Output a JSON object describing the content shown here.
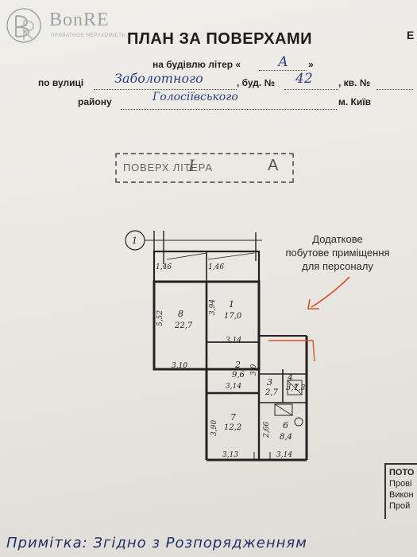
{
  "logo": {
    "name": "BonRE",
    "tagline": "ПРИВАТНОЄ НЕРУХОМІСТЬ",
    "color": "#9ea3a7"
  },
  "header": {
    "title": "ПЛАН ЗА ПОВЕРХАМИ",
    "corner_letter": "Е"
  },
  "fields": {
    "building_prefix": "на будівлю літер «",
    "building_letter": "А",
    "building_suffix": "»",
    "street_label": "по вулиці",
    "street_value": "Заболотного",
    "house_label": ", буд. №",
    "house_value": "42",
    "flat_label": ", кв. №",
    "district_label": "району",
    "district_value": "Голосіївського",
    "city_label": "м. Київ"
  },
  "stamp": {
    "text": "ПОВЕРХ    ЛІТЕРА",
    "floor_value": "I",
    "letter_value": "А"
  },
  "annotation": {
    "line1": "Додаткове",
    "line2": "побутове приміщення",
    "line3": "для персоналу",
    "ink_color": "#d8542e"
  },
  "plan": {
    "axis_marker": "1",
    "rooms": [
      {
        "no": "8",
        "area": "22,7"
      },
      {
        "no": "1",
        "area": "17,0"
      },
      {
        "no": "2",
        "area": "9,6"
      },
      {
        "no": "3",
        "area": "2,7"
      },
      {
        "no": "4",
        "area": "3,7"
      },
      {
        "no": "7",
        "area": "12,2"
      },
      {
        "no": "6",
        "area": "8,4"
      }
    ],
    "dims": {
      "d1": "1,46",
      "d2": "1,46",
      "d3": "5,52",
      "d4": "3,94",
      "d5": "3,14",
      "d6": "3,10",
      "d7": "3,14",
      "d8": "3,0",
      "d9": "3,90",
      "d10": "3,13",
      "d11": "2,66",
      "d12": "3,14",
      "d13": "1,3"
    }
  },
  "legal_box": {
    "heading": "ПОТО",
    "line1": "Прові",
    "line2": "Викон",
    "line3": "Прой"
  },
  "footer": {
    "handwritten": "Примітка: Згідно з Розпорядженням"
  }
}
